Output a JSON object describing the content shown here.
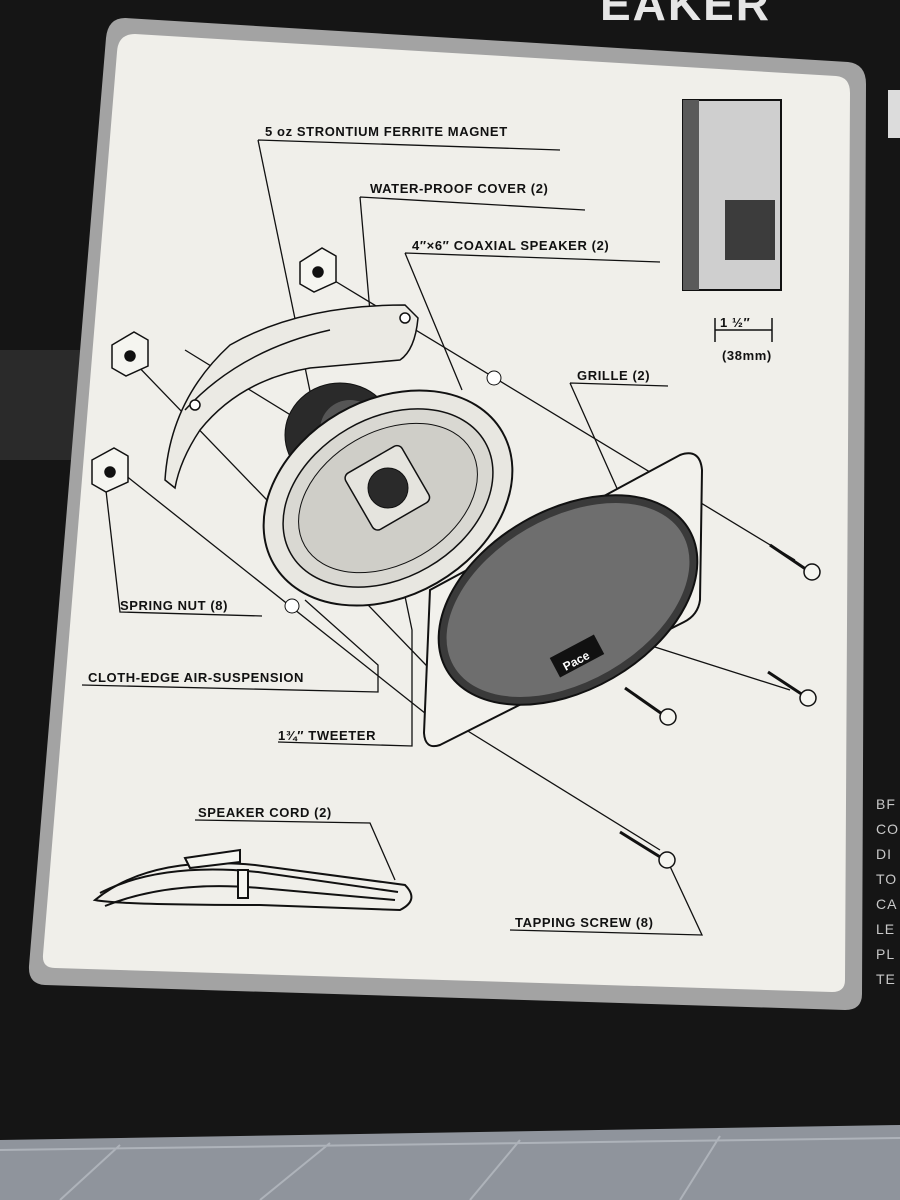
{
  "box_header": "EAKER",
  "labels": {
    "magnet": "5 oz STRONTIUM FERRITE MAGNET",
    "cover": "WATER-PROOF COVER (2)",
    "coaxial": "4″×6″ COAXIAL SPEAKER (2)",
    "grille": "GRILLE (2)",
    "spring_nut": "SPRING NUT (8)",
    "suspension": "CLOTH-EDGE AIR-SUSPENSION",
    "tweeter": "1¾″ TWEETER",
    "cord": "SPEAKER CORD (2)",
    "screw": "TAPPING SCREW (8)",
    "depth_in": "1 ½″",
    "depth_mm": "(38mm)",
    "grille_logo": "Pace"
  },
  "side_text": [
    "BF",
    "CO",
    "DI",
    "TO",
    "CA",
    "LE",
    "PL",
    "TE"
  ],
  "colors": {
    "panel": "#f0efea",
    "border": "#9a9a9a",
    "box": "#161616",
    "ink": "#111111",
    "tape": "#d9a456"
  }
}
